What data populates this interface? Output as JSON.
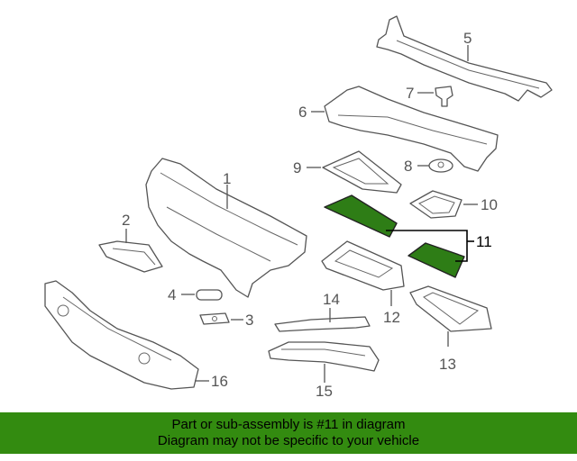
{
  "diagram": {
    "callouts": {
      "p1": "1",
      "p2": "2",
      "p3": "3",
      "p4": "4",
      "p5": "5",
      "p6": "6",
      "p7": "7",
      "p8": "8",
      "p9": "9",
      "p10": "10",
      "p11": "11",
      "p12": "12",
      "p13": "13",
      "p14": "14",
      "p15": "15",
      "p16": "16"
    },
    "highlight_color": "#2e7d16"
  },
  "banner": {
    "line1": "Part or sub-assembly is #11 in diagram",
    "line2": "Diagram may not be specific to your vehicle",
    "background": "#338b10"
  }
}
